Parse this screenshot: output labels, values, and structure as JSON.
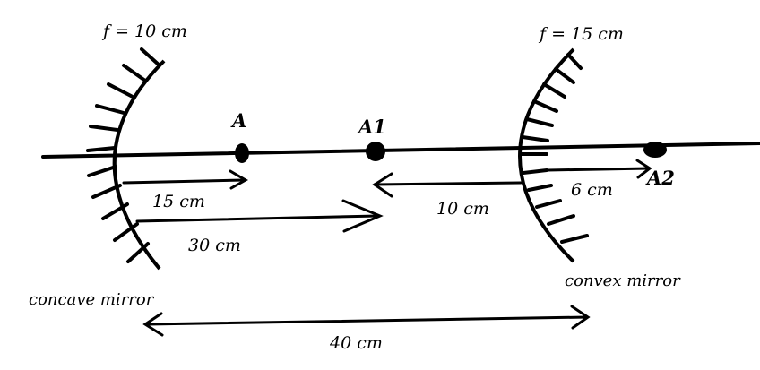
{
  "labels": {
    "focal_left": "f = 10 cm",
    "focal_right": "f = 15 cm",
    "point_a": "A",
    "point_a1": "A1",
    "point_a2": "A2",
    "dist_15": "15 cm",
    "dist_30": "30 cm",
    "dist_10": "10 cm",
    "dist_6": "6 cm",
    "dist_40": "40 cm",
    "concave_mirror": "concave mirror",
    "convex_mirror": "convex mirror"
  },
  "colors": {
    "ink": "#000000",
    "background": "#ffffff"
  }
}
